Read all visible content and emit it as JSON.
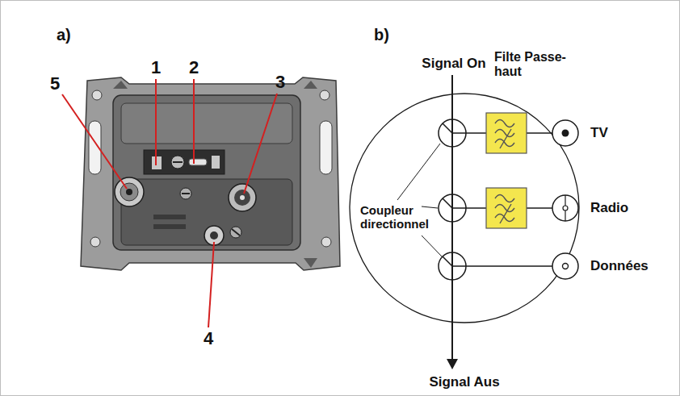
{
  "diagram": {
    "nodes": [
      {
        "text": [
          "TV"
        ]
      },
      {
        "text": [
          "Radio"
        ]
      },
      {
        "text": [
          "Données"
        ]
      }
    ],
    "labels": [
      "a)",
      "5",
      "1",
      "2",
      "3",
      "4",
      "b)",
      "Signal On",
      "Filte Passe-haut",
      "Coupleur directionnel",
      "Signal Aus"
    ]
  }
}
